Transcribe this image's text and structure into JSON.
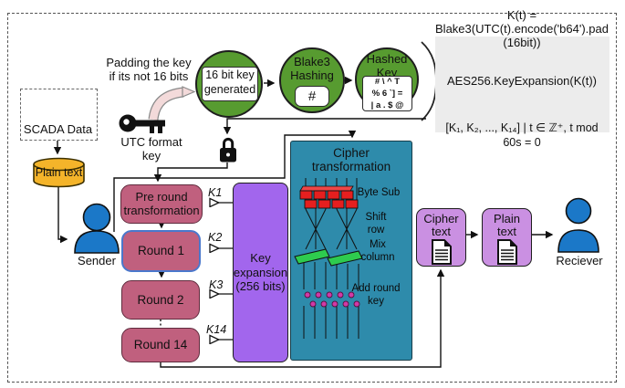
{
  "notes": {
    "padding": [
      "Padding the key",
      "if its not 16 bits"
    ],
    "utc_key": [
      "UTC format",
      "key"
    ]
  },
  "scada": {
    "label": "SCADA Data"
  },
  "plain_db": {
    "label": "Plain text"
  },
  "sender": {
    "label": "Sender"
  },
  "receiver": {
    "label": "Reciever"
  },
  "key_pipeline": {
    "gen": [
      "16 bit key",
      "generated"
    ],
    "hash": [
      "Blake3",
      "Hashing"
    ],
    "hash_glyph": "#",
    "hashed": [
      "Hashed",
      "Key"
    ],
    "hashed_sample": [
      "# \\ ^ T",
      "% 6 `] =",
      "| a . $ @"
    ]
  },
  "key_schedule": {
    "l1": "K(t) =",
    "l2": "Blake3(UTC(t).encode('b64').pad",
    "l3": "(16bit))",
    "l4": "AES256.KeyExpansion(K(t))",
    "l5": "[K₁, K₂, ..., K₁₄] | t ∈ ℤ⁺, t mod",
    "l6": "60s = 0"
  },
  "aes": {
    "pre_round": [
      "Pre round",
      "transformation"
    ],
    "round1": "Round 1",
    "round2": "Round 2",
    "round14": "Round 14",
    "k_labels": [
      "K1",
      "K2",
      "K3",
      "K14"
    ],
    "key_expansion": [
      "Key",
      "expansion",
      "(256 bits)"
    ],
    "cipher_title": [
      "Cipher",
      "transformation"
    ],
    "steps": {
      "byte_sub": "Byte Sub",
      "shift": [
        "Shift",
        "row"
      ],
      "mix": [
        "Mix",
        "column"
      ],
      "add": [
        "Add round",
        "key"
      ]
    }
  },
  "outputs": {
    "cipher_text": [
      "Cipher",
      "text"
    ],
    "plain_text": [
      "Plain",
      "text"
    ]
  },
  "colors": {
    "circle_green": "#579b30",
    "cipher_teal": "#2e8bab",
    "key_expansion_purple": "#a266ed",
    "round_maroon": "#c0607e",
    "round1_border_blue": "#4a78cc",
    "output_violet": "#ca90e2",
    "cylinder_gold": "#f4b42a",
    "person_blue": "#1b78c8",
    "byte_sub_red": "#e51f1f",
    "mix_column_green": "#2ecb4e",
    "add_round_key_magenta": "#d13aa6"
  }
}
